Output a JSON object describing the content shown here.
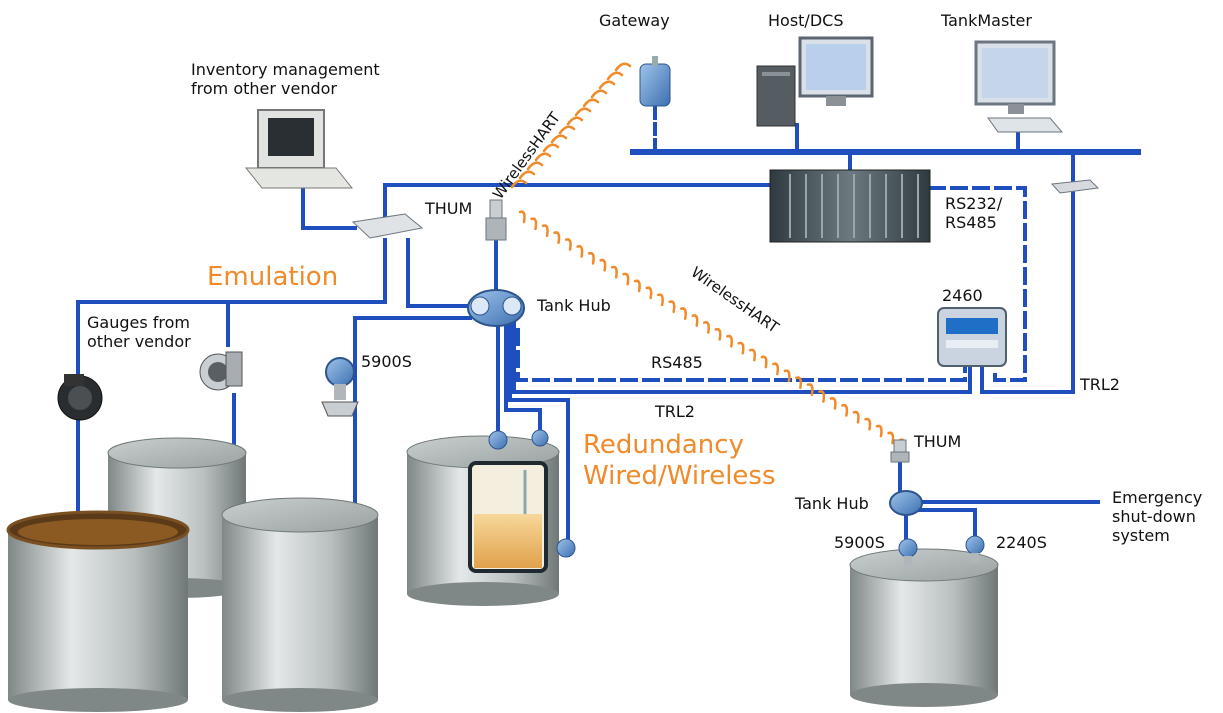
{
  "labels": {
    "gateway": "Gateway",
    "host_dcs": "Host/DCS",
    "tankmaster": "TankMaster",
    "inventory": "Inventory management\nfrom other vendor",
    "wirelesshart_1": "WirelessHART",
    "wirelesshart_2": "WirelessHART",
    "thum_1": "THUM",
    "thum_2": "THUM",
    "rs232": "RS232/\nRS485",
    "emulation": "Emulation",
    "gauges": "Gauges from\nother vendor",
    "tank_hub_1": "Tank Hub",
    "tank_hub_2": "Tank Hub",
    "dev_2460": "2460",
    "dev_5900s_1": "5900S",
    "dev_5900s_2": "5900S",
    "rs485": "RS485",
    "trl2_1": "TRL2",
    "trl2_2": "TRL2",
    "redundancy": "Redundancy\nWired/Wireless",
    "emergency": "Emergency\nshut-down\nsystem",
    "dev_2240s": "2240S"
  },
  "colors": {
    "bus": "#1f4fbf",
    "accent": "#f08a2a",
    "tank_light": "#d4d8d8",
    "tank_dark": "#8a9090"
  }
}
